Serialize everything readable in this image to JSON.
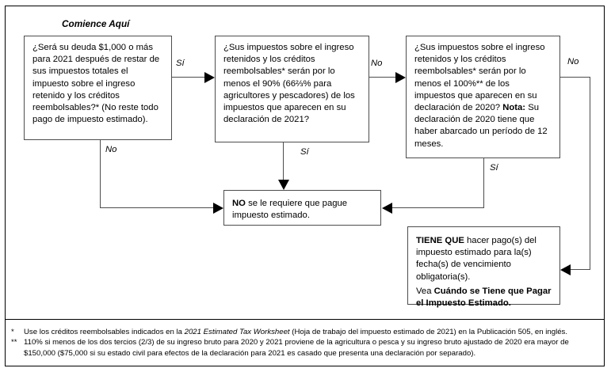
{
  "diagram": {
    "start_label": "Comience Aquí",
    "boxes": {
      "q1": {
        "text": "¿Será su deuda $1,000 o más para 2021 después de restar de sus impuestos totales el impuesto sobre el ingreso retenido y los créditos reembolsables?* (No reste todo pago de impuesto estimado)."
      },
      "q2": {
        "text": "¿Sus impuestos sobre el ingreso retenidos y los créditos reembolsables* serán por lo menos el 90% (66⅔% para agricultores y pescadores) de los impuestos que aparecen en su declaración de 2021?"
      },
      "q3": {
        "line1": "¿Sus impuestos sobre el ingreso retenidos y los créditos reembolsables* serán por lo menos el 100%** de los impuestos que aparecen en su declaración de 2020?",
        "note_label": "Nota:",
        "note_text": " Su declaración de 2020 tiene que haber abarcado un período de 12 meses."
      },
      "result_no": {
        "strong": "NO",
        "text": " se le requiere que pague impuesto estimado."
      },
      "result_yes": {
        "strong": "TIENE QUE",
        "text": " hacer pago(s) del impuesto estimado para la(s) fecha(s) de vencimiento obligatoria(s).",
        "see_prefix": "Vea ",
        "see_strong": "Cuándo se Tiene que Pagar el Impuesto Estimado."
      }
    },
    "edge_labels": {
      "q1_yes": "Sí",
      "q1_no": "No",
      "q2_no": "No",
      "q2_yes": "Sí",
      "q3_no": "No",
      "q3_yes": "Sí"
    }
  },
  "footnotes": [
    {
      "mark": "*",
      "pre": "Use los créditos reembolsables indicados en la ",
      "italic": "2021 Estimated Tax Worksheet",
      "post": " (Hoja de trabajo del impuesto estimado de 2021) en la Publicación 505, en inglés."
    },
    {
      "mark": "**",
      "pre": "110% si menos de los dos tercios (2/3) de su ingreso bruto para 2020 y 2021 proviene de la agricultura o pesca y su ingreso bruto ajustado de 2020 era mayor de $150,000 ($75,000 si su estado civil para efectos de la declaración para 2021 es casado que presenta una declaración por separado).",
      "italic": "",
      "post": ""
    }
  ],
  "colors": {
    "ink": "#000000",
    "line": "#4d4d4d",
    "background": "#ffffff"
  }
}
